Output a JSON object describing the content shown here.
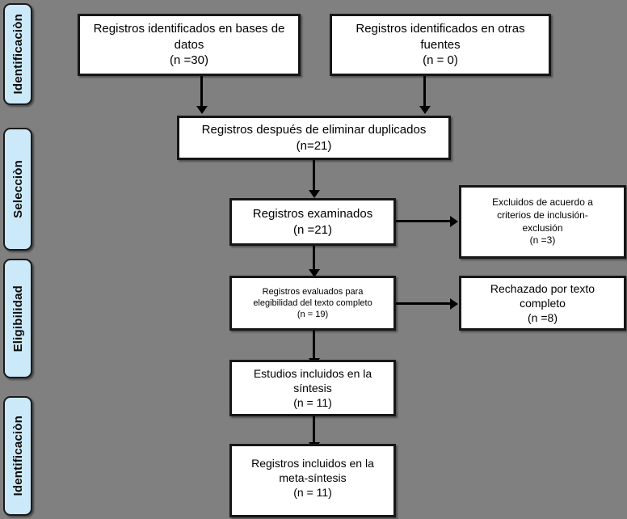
{
  "diagram": {
    "title": "PRISMA flow diagram",
    "background_color": "#808080",
    "box_fill_color": "#ffffff",
    "box_border_color": "#161616",
    "stage_fill_color": "#cce9f9",
    "stage_border_color": "#1a1a1a",
    "arrow_color": "#000000"
  },
  "stages": [
    {
      "label": "Identificaciòn"
    },
    {
      "label": "Selecciòn"
    },
    {
      "label": "Eligibilidad"
    },
    {
      "label": "Identificaciòn"
    }
  ],
  "boxes": {
    "databases": {
      "line1": "Registros identificados en bases de",
      "line2": "datos",
      "line3": "(n =30)"
    },
    "other_sources": {
      "line1": "Registros identificados en otras",
      "line2": "fuentes",
      "line3": "(n = 0)"
    },
    "after_duplicates": {
      "line1": "Registros después de eliminar duplicados",
      "line2": "(n=21)"
    },
    "screened": {
      "line1": "Registros examinados",
      "line2": "(n =21)"
    },
    "excluded": {
      "line1": "Excluidos de acuerdo a",
      "line2": "criterios de inclusión-",
      "line3": "exclusión",
      "line4": "(n =3)"
    },
    "eligibility": {
      "line1": "Registros evaluados para",
      "line2": "elegibilidad del texto completo",
      "line3": "(n = 19)"
    },
    "rejected": {
      "line1": "Rechazado por texto",
      "line2": "completo",
      "line3": "(n =8)"
    },
    "included_synthesis": {
      "line1": "Estudios incluidos en la",
      "line2": "síntesis",
      "line3": "(n = 11)"
    },
    "included_meta": {
      "line1": "Registros incluidos en la",
      "line2": "meta-síntesis",
      "line3": "(n = 11)"
    }
  }
}
